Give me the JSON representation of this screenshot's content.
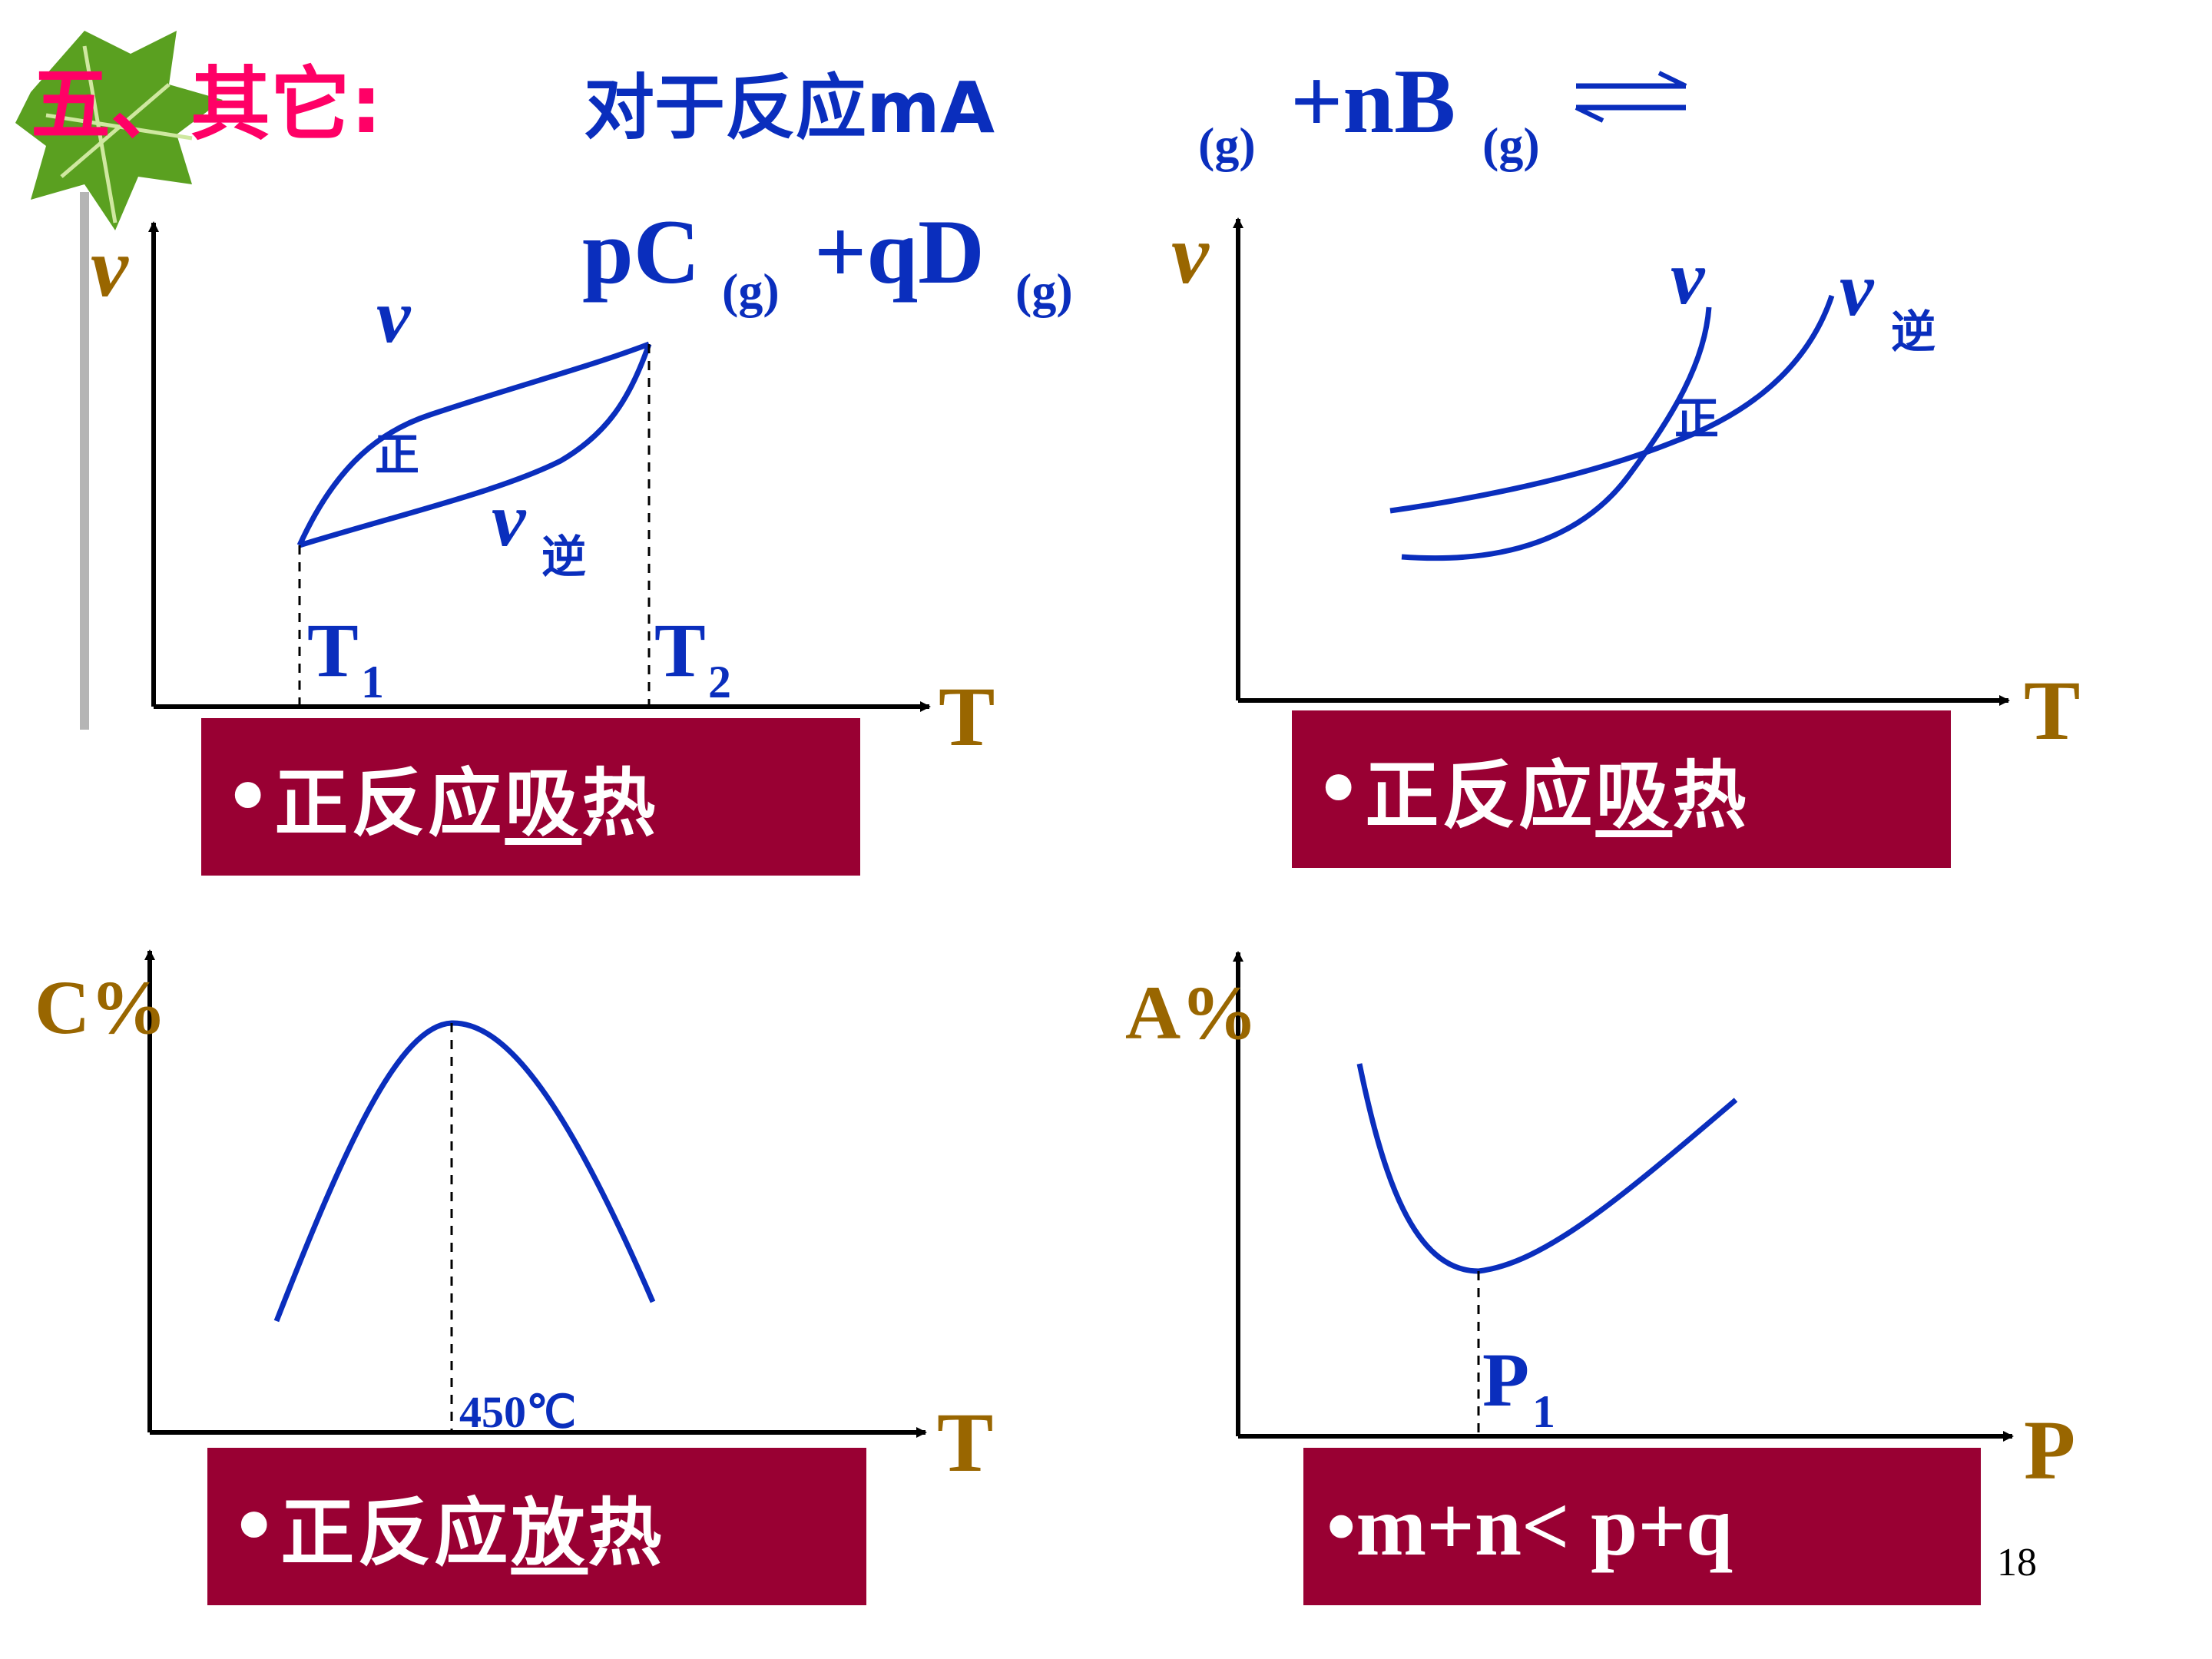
{
  "title": {
    "section": "五、其它:",
    "text": "对于反应mA",
    "sub_g": "(g)",
    "plus_nB": "+nB",
    "line2_pC": "pC",
    "line2_plus_qD": "+qD"
  },
  "colors": {
    "curve": "#0a2ebd",
    "axis": "#000000",
    "axis_label": "#996600",
    "title_pink": "#ff0066",
    "title_blue": "#0a2ebd",
    "box": "#990033"
  },
  "panel1": {
    "y_label": "v",
    "x_label": "T",
    "v_label": "v",
    "zheng": "正",
    "ni": "逆",
    "t1": "T",
    "t1_sub": "1",
    "t2": "T",
    "t2_sub": "2",
    "box_bullet": "•",
    "box_pre": "正反应",
    "box_u": "吸",
    "box_post": "热"
  },
  "panel2": {
    "y_label": "v",
    "x_label": "T",
    "v_label": "v",
    "zheng": "正",
    "ni": "逆",
    "box_bullet": "•",
    "box_pre": "正反应",
    "box_u": "吸",
    "box_post": "热"
  },
  "panel3": {
    "y_label": "C%",
    "x_label": "T",
    "temp": "450℃",
    "box_bullet": "•",
    "box_pre": "正反应",
    "box_u": "放",
    "box_post": "热"
  },
  "panel4": {
    "y_label": "A%",
    "x_label": "P",
    "p1": "P",
    "p1_sub": "1",
    "box_text": "•m+n< p+q"
  },
  "page_number": "18"
}
